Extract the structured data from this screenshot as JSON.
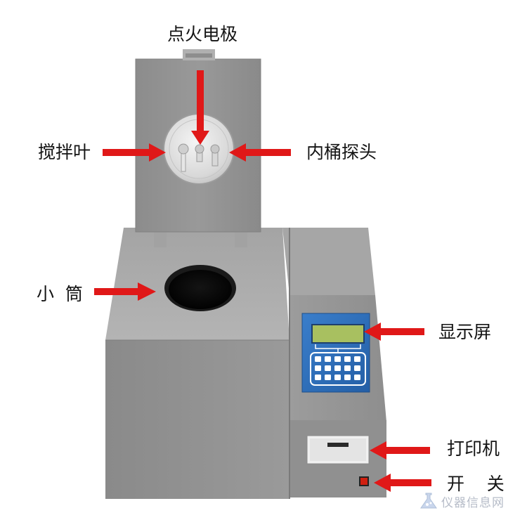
{
  "labels": {
    "ignition_electrode": "点火电极",
    "stirring_blade": "搅拌叶",
    "inner_bucket_probe": "内桶探头",
    "small_cylinder": "小  筒",
    "display_screen": "显示屏",
    "printer": "打印机",
    "switch": "开    关"
  },
  "watermark": {
    "text": "仪器信息网"
  },
  "colors": {
    "arrow": "#e01818",
    "body": "#8f8f8f",
    "panel_blue": "#2f6fb8",
    "lcd": "#a8c060",
    "switch": "#d02010"
  }
}
